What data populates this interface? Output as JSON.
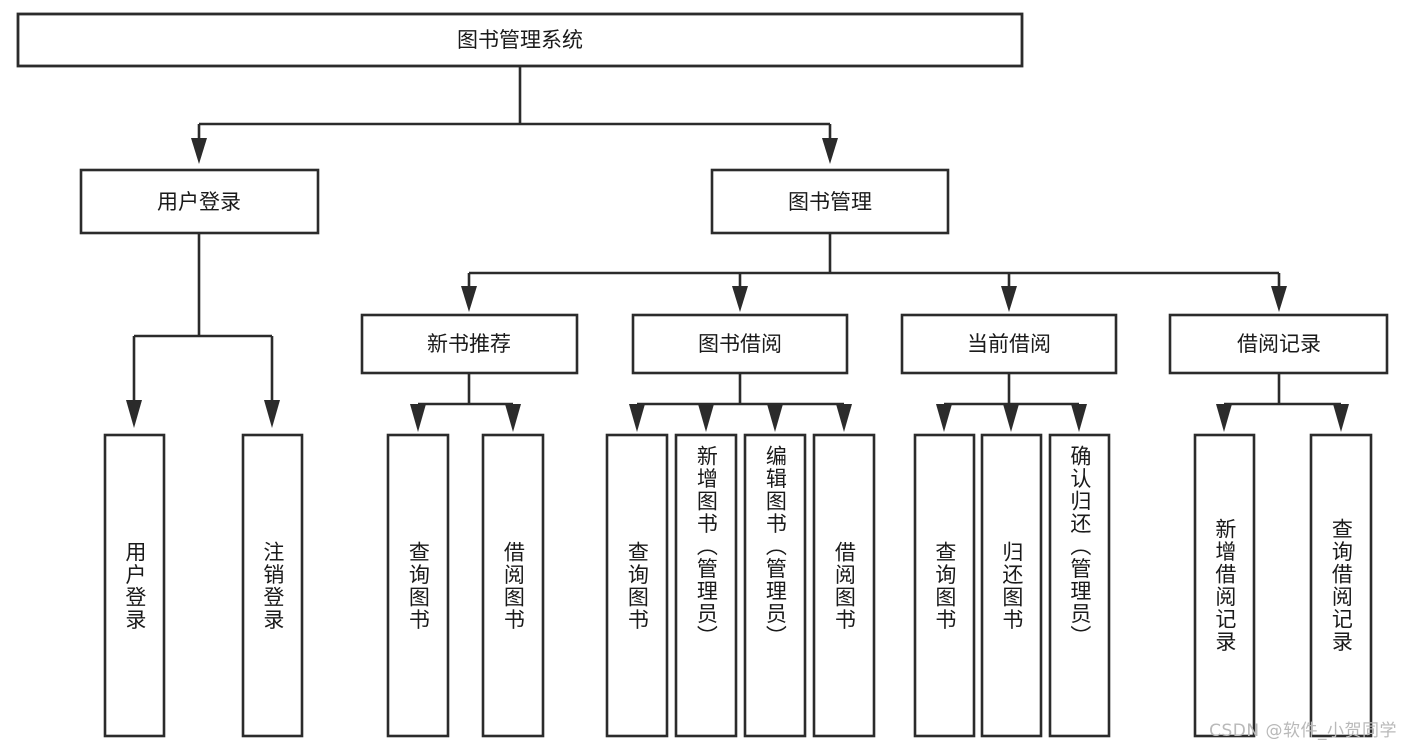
{
  "diagram": {
    "type": "hierarchy-tree",
    "title": "图书管理系统",
    "watermark": "CSDN @软件_小贺同学",
    "colors": {
      "stroke": "#2b2b2b",
      "fill": "#ffffff",
      "text": "#1a1a1a",
      "watermark": "#b9b9b9"
    },
    "root": {
      "label": "图书管理系统"
    },
    "level2": [
      {
        "label": "用户登录"
      },
      {
        "label": "图书管理"
      }
    ],
    "level3": [
      {
        "label": "新书推荐"
      },
      {
        "label": "图书借阅"
      },
      {
        "label": "当前借阅"
      },
      {
        "label": "借阅记录"
      }
    ],
    "leaves_user_login": [
      {
        "label": "用户登录"
      },
      {
        "label": "注销登录"
      }
    ],
    "leaves_new_book": [
      {
        "label": "查询图书"
      },
      {
        "label": "借阅图书"
      }
    ],
    "leaves_borrow": [
      {
        "label": "查询图书"
      },
      {
        "label": "新增图书（管理员）"
      },
      {
        "label": "编辑图书（管理员）"
      },
      {
        "label": "借阅图书"
      }
    ],
    "leaves_current": [
      {
        "label": "查询图书"
      },
      {
        "label": "归还图书"
      },
      {
        "label": "确认归还（管理员）"
      }
    ],
    "leaves_record": [
      {
        "label": "新增借阅记录"
      },
      {
        "label": "查询借阅记录"
      }
    ]
  }
}
